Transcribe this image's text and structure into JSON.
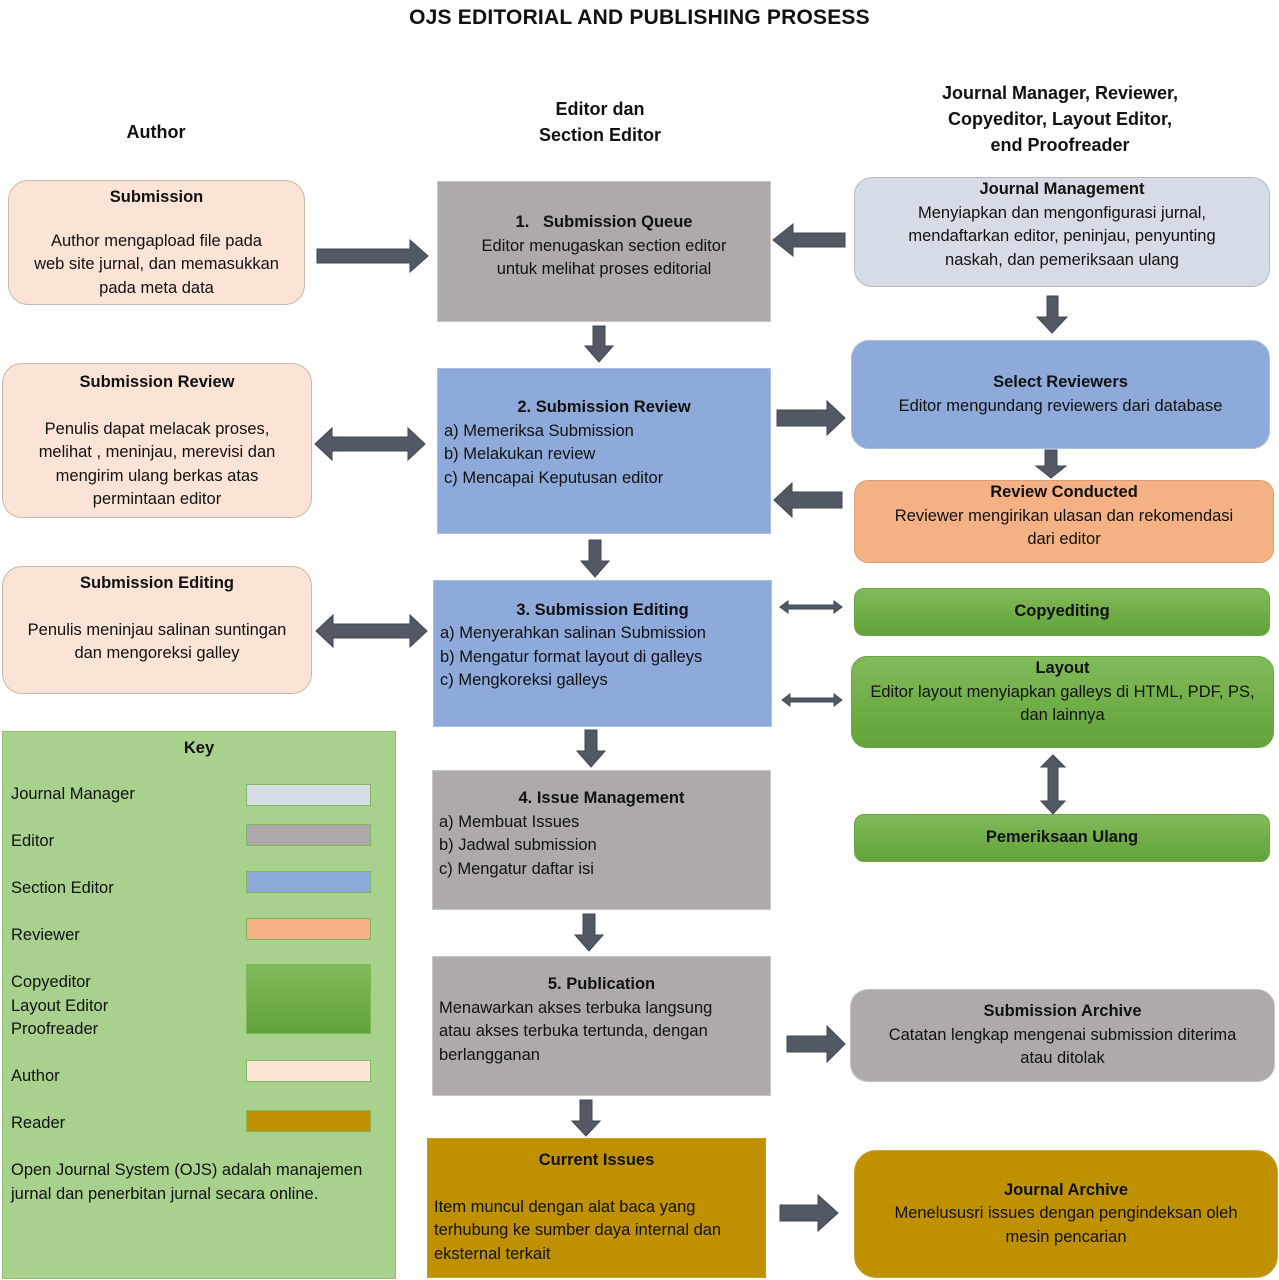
{
  "title": "OJS EDITORIAL  AND PUBLISHING PROSESS",
  "columns": {
    "author": "Author",
    "editor": [
      "Editor dan",
      "Section Editor"
    ],
    "staff": [
      "Journal Manager, Reviewer,",
      "Copyeditor, Layout Editor,",
      "end Proofreader"
    ]
  },
  "author_column": {
    "submission": {
      "heading": "Submission",
      "lines": [
        "Author mengapload file pada",
        "web site jurnal, dan memasukkan",
        "pada meta data"
      ]
    },
    "submission_review": {
      "heading": "Submission Review",
      "lines": [
        "Penulis dapat melacak proses,",
        "melihat , meninjau, merevisi dan",
        "mengirim ulang berkas atas",
        "permintaan editor"
      ]
    },
    "submission_editing": {
      "heading": "Submission Editing",
      "lines": [
        "Penulis meninjau salinan suntingan",
        "dan mengoreksi galley"
      ]
    }
  },
  "editor_column": {
    "step1": {
      "heading": "1.   Submission Queue",
      "lines": [
        "Editor menugaskan section editor",
        "untuk melihat proses editorial"
      ]
    },
    "step2": {
      "heading": "2. Submission Review",
      "items": [
        "a) Memeriksa Submission",
        "b) Melakukan review",
        "c) Mencapai Keputusan editor"
      ]
    },
    "step3": {
      "heading": "3. Submission Editing",
      "items": [
        "a) Menyerahkan salinan Submission",
        "b) Mengatur format layout di galleys",
        "c) Mengkoreksi galleys"
      ]
    },
    "step4": {
      "heading": "4. Issue Management",
      "items": [
        "a) Membuat Issues",
        "b) Jadwal submission",
        "c) Mengatur daftar isi"
      ]
    },
    "step5": {
      "heading": "5. Publication",
      "lines": [
        "Menawarkan akses terbuka langsung",
        "atau akses terbuka tertunda, dengan",
        "berlangganan"
      ]
    },
    "current_issues": {
      "heading": "Current Issues",
      "lines": [
        "Item muncul dengan alat baca yang",
        "terhubung ke sumber daya internal dan",
        "eksternal terkait"
      ]
    }
  },
  "staff_column": {
    "journal_management": {
      "heading": "Journal Management",
      "lines": [
        "Menyiapkan dan mengonfigurasi jurnal,",
        "mendaftarkan editor, peninjau, penyunting",
        "naskah, dan pemeriksaan ulang"
      ]
    },
    "select_reviewers": {
      "heading": "Select Reviewers",
      "lines": [
        "Editor mengundang reviewers dari database"
      ]
    },
    "review_conducted": {
      "heading": "Review Conducted",
      "lines": [
        "Reviewer mengirikan ulasan dan rekomendasi",
        "dari editor"
      ]
    },
    "copyediting": {
      "heading": "Copyediting"
    },
    "layout": {
      "heading": "Layout",
      "lines": [
        "Editor layout menyiapkan galleys di HTML, PDF, PS,",
        "dan lainnya"
      ]
    },
    "proofreading": {
      "heading": "Pemeriksaan Ulang"
    },
    "submission_archive": {
      "heading": "Submission Archive",
      "lines": [
        "Catatan lengkap mengenai submission diterima",
        "atau ditolak"
      ]
    },
    "journal_archive": {
      "heading": "Journal Archive",
      "lines": [
        "Menelususri issues dengan pengindeksan oleh",
        "mesin pencarian"
      ]
    }
  },
  "key": {
    "title": "Key",
    "entries": [
      {
        "label": [
          "Journal Manager"
        ],
        "color": "#d6dce5"
      },
      {
        "label": [
          "Editor"
        ],
        "color": "#aeaaaa"
      },
      {
        "label": [
          "Section Editor"
        ],
        "color": "#8eaadb"
      },
      {
        "label": [
          "Reviewer"
        ],
        "color": "#f4b183"
      },
      {
        "label": [
          "Copyeditor",
          "Layout Editor",
          "Proofreader"
        ],
        "color": "#70ad47"
      },
      {
        "label": [
          "Author"
        ],
        "color": "#fbe4d6"
      },
      {
        "label": [
          "Reader"
        ],
        "color": "#bf9000"
      }
    ],
    "note": [
      "Open Journal System (OJS) adalah manajemen",
      "jurnal dan penerbitan jurnal secara online."
    ]
  },
  "colors": {
    "arrow": "#525964",
    "journal_manager": "#d6dce5",
    "editor": "#aeaaaa",
    "section_editor": "#8eaadb",
    "reviewer": "#f4b183",
    "copyeditor_layout_proofreader": "#70ad47",
    "author": "#fbe4d6",
    "reader": "#bf9000",
    "key_background": "#a9d18e"
  }
}
